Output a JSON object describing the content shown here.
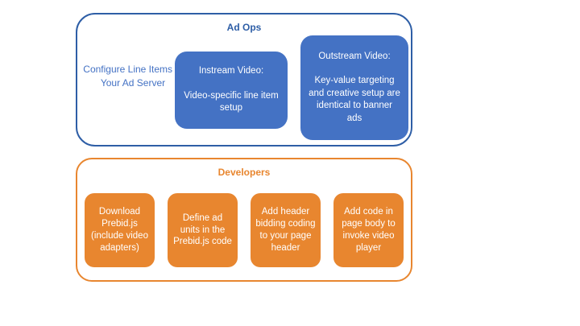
{
  "ad_ops": {
    "title": "Ad Ops",
    "side_note": "Configure Line Items in Your Ad Server",
    "instream": {
      "title": "Instream Video:",
      "body": "Video-specific line item setup"
    },
    "outstream": {
      "title": "Outstream Video:",
      "body": "Key-value targeting and creative setup are identical to banner ads"
    }
  },
  "developers": {
    "title": "Developers",
    "boxes": [
      {
        "label": "Download Prebid.js (include video adapters)"
      },
      {
        "label": "Define ad units in the Prebid.js code"
      },
      {
        "label": "Add header bidding coding to your page header"
      },
      {
        "label": "Add code in page body to invoke video player"
      }
    ]
  },
  "colors": {
    "blue_fill": "#4472C4",
    "blue_border": "#2E5EA6",
    "orange": "#E8862F"
  }
}
